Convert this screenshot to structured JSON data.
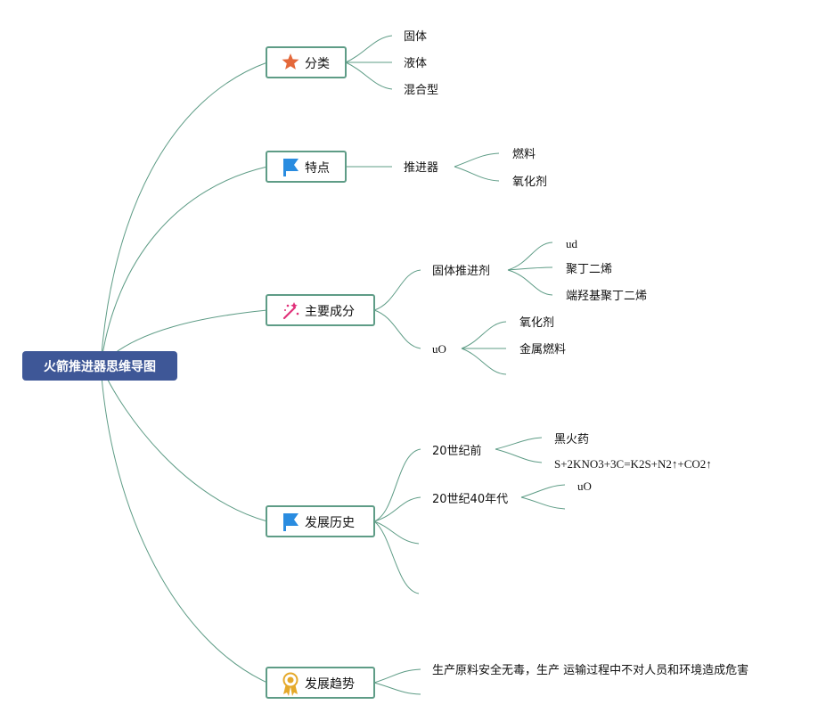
{
  "root": {
    "label": "火箭推进器思维导图",
    "color": "#3e5797"
  },
  "line_color": "#5e9c86",
  "branches": [
    {
      "label": "分类",
      "icon": "star-icon",
      "children": [
        {
          "label": "固体"
        },
        {
          "label": "液体"
        },
        {
          "label": "混合型"
        }
      ]
    },
    {
      "label": "特点",
      "icon": "flag-icon",
      "children": [
        {
          "label": "推进器",
          "children": [
            {
              "label": "燃料"
            },
            {
              "label": "氧化剂"
            }
          ]
        }
      ]
    },
    {
      "label": "主要成分",
      "icon": "magic-wand-icon",
      "children": [
        {
          "label": "固体推进剂",
          "children": [
            {
              "label": "ud"
            },
            {
              "label": "聚丁二烯"
            },
            {
              "label": "端羟基聚丁二烯"
            }
          ]
        },
        {
          "label": "uO",
          "children": [
            {
              "label": "氧化剂"
            },
            {
              "label": "金属燃料"
            },
            {
              "label": ""
            }
          ]
        }
      ]
    },
    {
      "label": "发展历史",
      "icon": "flag-icon",
      "children": [
        {
          "label": "20世纪前",
          "children": [
            {
              "label": "黑火药"
            },
            {
              "label": "S+2KNO3+3C=K2S+N2↑+CO2↑"
            }
          ]
        },
        {
          "label": "20世纪40年代",
          "children": [
            {
              "label": "uO"
            },
            {
              "label": ""
            }
          ]
        },
        {
          "label": ""
        },
        {
          "label": ""
        }
      ]
    },
    {
      "label": "发展趋势",
      "icon": "award-icon",
      "children": [
        {
          "label": "生产原料安全无毒，生产 运输过程中不对人员和环境造成危害"
        },
        {
          "label": ""
        }
      ]
    }
  ]
}
